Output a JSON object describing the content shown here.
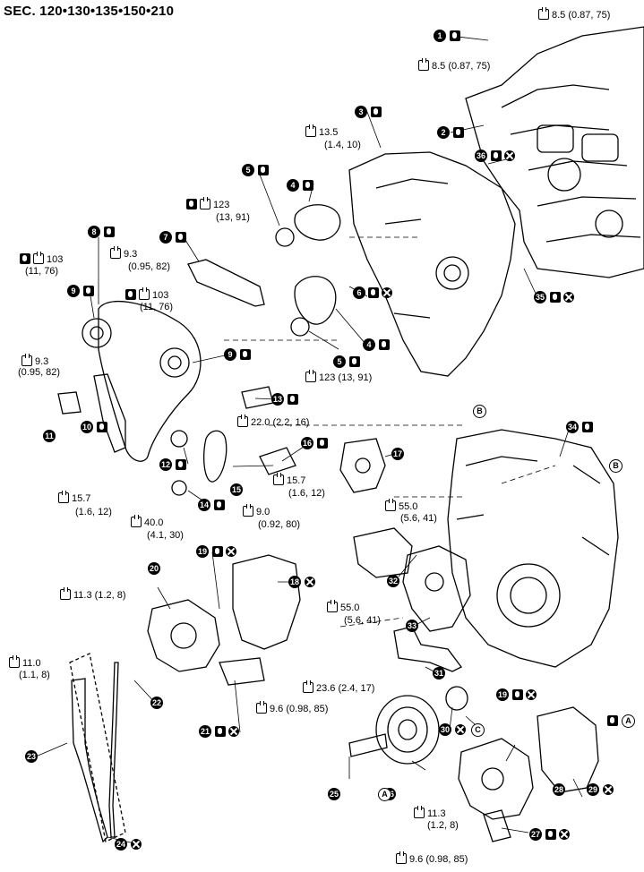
{
  "section_title": "SEC. 120•130•135•150•210",
  "torques": [
    {
      "id": "t1",
      "text": "8.5 (0.87, 75)"
    },
    {
      "id": "t2",
      "text": "8.5 (0.87, 75)"
    },
    {
      "id": "t3",
      "text": "13.5"
    },
    {
      "id": "t3b",
      "text": "(1.4, 10)"
    },
    {
      "id": "t4",
      "text": "123"
    },
    {
      "id": "t4b",
      "text": "(13, 91)"
    },
    {
      "id": "t5",
      "text": "9.3"
    },
    {
      "id": "t5b",
      "text": "(0.95, 82)"
    },
    {
      "id": "t6",
      "text": "103"
    },
    {
      "id": "t6b",
      "text": "(11, 76)"
    },
    {
      "id": "t7",
      "text": "103"
    },
    {
      "id": "t7b",
      "text": "(11, 76)"
    },
    {
      "id": "t8",
      "text": "9.3"
    },
    {
      "id": "t8b",
      "text": "(0.95, 82)"
    },
    {
      "id": "t9",
      "text": "123 (13, 91)"
    },
    {
      "id": "t10",
      "text": "22.0 (2.2, 16)"
    },
    {
      "id": "t11",
      "text": "15.7"
    },
    {
      "id": "t11b",
      "text": "(1.6, 12)"
    },
    {
      "id": "t12",
      "text": "15.7"
    },
    {
      "id": "t12b",
      "text": "(1.6, 12)"
    },
    {
      "id": "t13",
      "text": "40.0"
    },
    {
      "id": "t13b",
      "text": "(4.1, 30)"
    },
    {
      "id": "t14",
      "text": "9.0"
    },
    {
      "id": "t14b",
      "text": "(0.92, 80)"
    },
    {
      "id": "t15",
      "text": "55.0"
    },
    {
      "id": "t15b",
      "text": "(5.6, 41)"
    },
    {
      "id": "t16",
      "text": "55.0"
    },
    {
      "id": "t16b",
      "text": "(5.6, 41)"
    },
    {
      "id": "t17",
      "text": "11.3 (1.2, 8)"
    },
    {
      "id": "t18",
      "text": "11.0"
    },
    {
      "id": "t18b",
      "text": "(1.1, 8)"
    },
    {
      "id": "t19",
      "text": "23.6 (2.4, 17)"
    },
    {
      "id": "t20",
      "text": "9.6 (0.98, 85)"
    },
    {
      "id": "t21",
      "text": "11.3"
    },
    {
      "id": "t21b",
      "text": "(1.2, 8)"
    },
    {
      "id": "t22",
      "text": "9.6 (0.98, 85)"
    }
  ],
  "callouts": [
    "1",
    "2",
    "3",
    "4",
    "5",
    "6",
    "7",
    "8",
    "9",
    "9",
    "4",
    "5",
    "10",
    "11",
    "12",
    "13",
    "14",
    "15",
    "16",
    "17",
    "18",
    "19",
    "20",
    "21",
    "22",
    "23",
    "24",
    "25",
    "26",
    "27",
    "28",
    "29",
    "30",
    "31",
    "32",
    "33",
    "34",
    "35",
    "36",
    "19"
  ],
  "letters": [
    "B",
    "B",
    "A",
    "A",
    "C"
  ]
}
